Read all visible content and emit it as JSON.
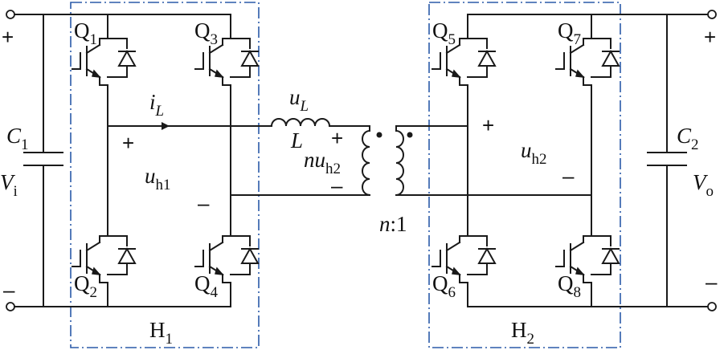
{
  "labels": {
    "plus": "+",
    "minus": "–",
    "c1_main": "C",
    "c1_sub": "1",
    "vi_main": "V",
    "vi_sub": "i",
    "c2_main": "C",
    "c2_sub": "2",
    "vo_main": "V",
    "vo_sub": "o",
    "q_main": "Q",
    "q1_sub": "1",
    "q2_sub": "2",
    "q3_sub": "3",
    "q4_sub": "4",
    "q5_sub": "5",
    "q6_sub": "6",
    "q7_sub": "7",
    "q8_sub": "8",
    "il_main": "i",
    "il_sub": "L",
    "ul_main": "u",
    "ul_sub": "L",
    "l_main": "L",
    "uh1_main": "u",
    "uh1_sub": "h1",
    "uh2_main": "u",
    "uh2_sub": "h2",
    "nuh2_n": "n",
    "nuh2_u": "u",
    "nuh2_sub": "h2",
    "ratio_n": "n",
    "ratio_rest": ":1",
    "h_main": "H",
    "h1_sub": "1",
    "h2_sub": "2"
  },
  "colors": {
    "wire": "#1a1a1a",
    "bridge_box": "#2a5aa8"
  }
}
